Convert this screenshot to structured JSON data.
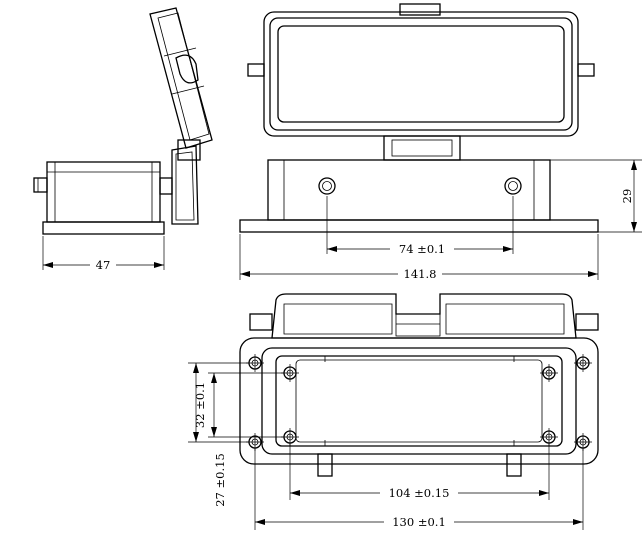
{
  "dimensions": {
    "side_width": "47",
    "hole_spacing_top": "74  ±0.1",
    "overall_length": "141.8",
    "height": "29",
    "vertical_spacing": "32  ±0.1",
    "vertical_outer": "27  ±0.15",
    "hole_spacing_bottom": "104  ±0.15",
    "flange_length": "130  ±0.1"
  }
}
